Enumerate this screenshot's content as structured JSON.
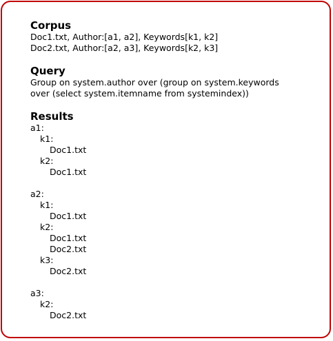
{
  "corpus": {
    "title": "Corpus",
    "lines": [
      "Doc1.txt, Author:[a1, a2], Keywords[k1, k2]",
      "Doc2.txt, Author:[a2, a3], Keywords[k2, k3]"
    ]
  },
  "query": {
    "title": "Query",
    "lines": [
      "Group on system.author over (group on system.keywords",
      "over (select system.itemname from systemindex))"
    ]
  },
  "results": {
    "title": "Results",
    "groups": [
      {
        "author": "a1:",
        "keywords": [
          {
            "keyword": "k1:",
            "docs": [
              "Doc1.txt"
            ]
          },
          {
            "keyword": "k2:",
            "docs": [
              "Doc1.txt"
            ]
          }
        ]
      },
      {
        "author": "a2:",
        "keywords": [
          {
            "keyword": "k1:",
            "docs": [
              "Doc1.txt"
            ]
          },
          {
            "keyword": "k2:",
            "docs": [
              "Doc1.txt",
              "Doc2.txt"
            ]
          },
          {
            "keyword": "k3:",
            "docs": [
              "Doc2.txt"
            ]
          }
        ]
      },
      {
        "author": "a3:",
        "keywords": [
          {
            "keyword": "k2:",
            "docs": [
              "Doc2.txt"
            ]
          }
        ]
      }
    ]
  }
}
